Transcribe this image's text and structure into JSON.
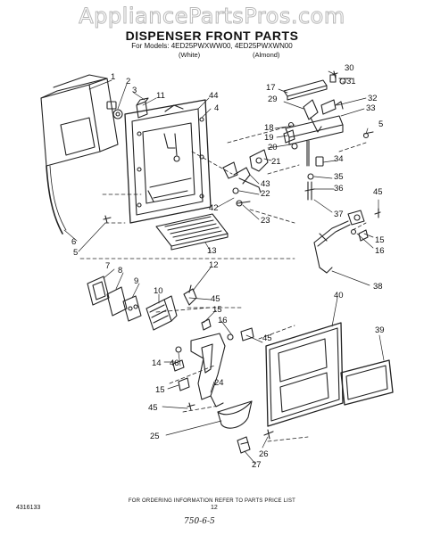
{
  "watermark": "AppliancePartsPros.com",
  "title": "DISPENSER FRONT PARTS",
  "models_line": "For Models: 4ED25PWXWW00, 4ED25PWXWN00",
  "variants": [
    "(White)",
    "(Almond)"
  ],
  "callouts": [
    "1",
    "2",
    "3",
    "11",
    "44",
    "4",
    "17",
    "30",
    "31",
    "29",
    "32",
    "33",
    "5",
    "18",
    "19",
    "20",
    "21",
    "34",
    "35",
    "36",
    "43",
    "22",
    "42",
    "23",
    "37",
    "45",
    "15",
    "16",
    "6",
    "5",
    "13",
    "38",
    "7",
    "8",
    "9",
    "10",
    "12",
    "45",
    "15",
    "16",
    "40",
    "39",
    "14",
    "46",
    "45",
    "15",
    "24",
    "45",
    "25",
    "26",
    "27"
  ],
  "footer_text": "FOR ORDERING INFORMATION REFER TO PARTS PRICE LIST",
  "part_number": "4316133",
  "page_number": "12",
  "handwritten_note": "750-6-5"
}
